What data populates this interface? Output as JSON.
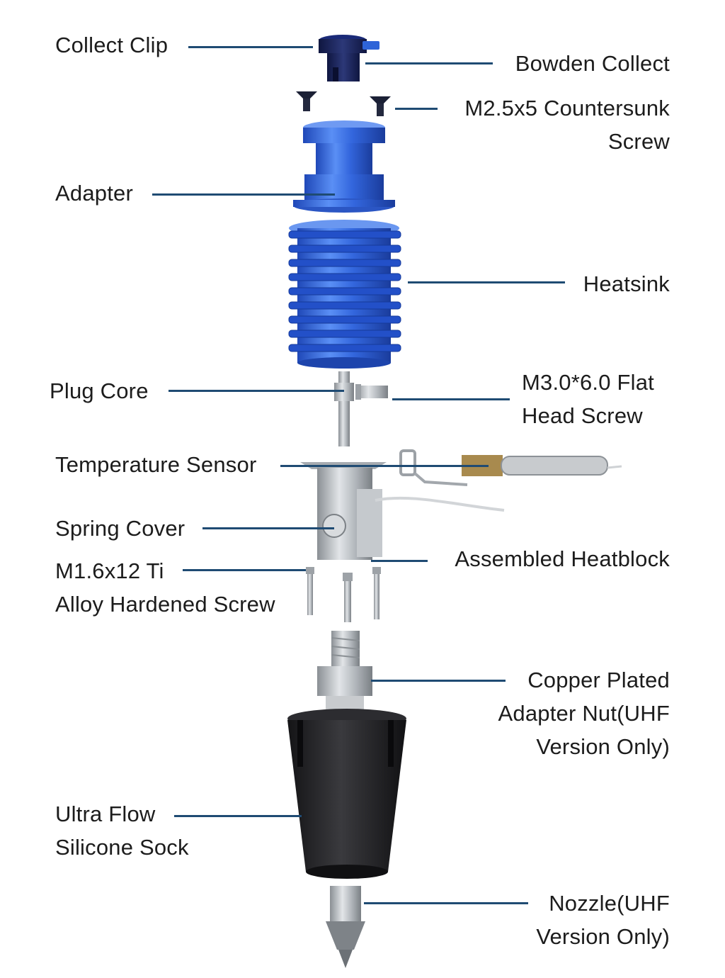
{
  "labels": {
    "collect_clip": "Collect Clip",
    "bowden_collect": "Bowden Collect",
    "countersunk_screw": "M2.5x5 Countersunk\nScrew",
    "adapter": "Adapter",
    "heatsink": "Heatsink",
    "plug_core": "Plug Core",
    "flat_head_screw": "M3.0*6.0 Flat\nHead Screw",
    "temperature_sensor": "Temperature Sensor",
    "spring_cover": "Spring Cover",
    "assembled_heatblock": "Assembled Heatblock",
    "ti_screw": "M1.6x12 Ti\nAlloy Hardened Screw",
    "adapter_nut": "Copper Plated\nAdapter Nut(UHF\nVersion Only)",
    "silicone_sock": "Ultra Flow\nSilicone Sock",
    "nozzle": "Nozzle(UHF\nVersion Only)"
  },
  "colors": {
    "leader": "#1f4b73",
    "anodized_blue": "#3a6ee0",
    "anodized_blue_dark": "#1c3fa8",
    "clip_navy": "#1a2355",
    "steel": "#b4b8bc",
    "steel_dark": "#7e8388",
    "sock_black": "#1e1e20",
    "brass": "#a88a4e"
  }
}
